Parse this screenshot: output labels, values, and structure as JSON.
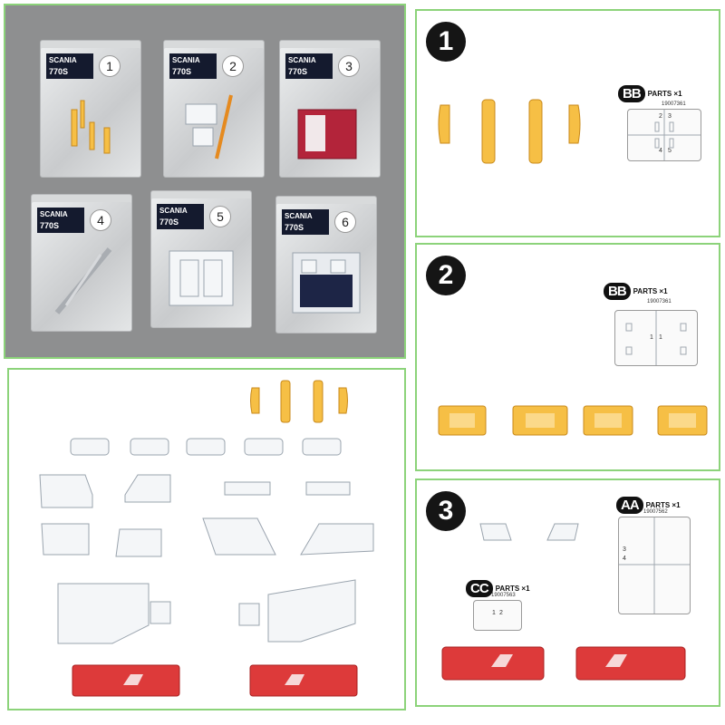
{
  "photo": {
    "bags": [
      {
        "brand": "SCANIA",
        "model": "770S",
        "number": "1"
      },
      {
        "brand": "SCANIA",
        "model": "770S",
        "number": "2"
      },
      {
        "brand": "SCANIA",
        "model": "770S",
        "number": "3"
      },
      {
        "brand": "SCANIA",
        "model": "770S",
        "number": "4"
      },
      {
        "brand": "SCANIA",
        "model": "770S",
        "number": "5"
      },
      {
        "brand": "SCANIA",
        "model": "770S",
        "number": "6"
      }
    ]
  },
  "steps": [
    {
      "number": "1",
      "runner": {
        "code": "BB",
        "parts_label": "PARTS ×1",
        "id": "19007361",
        "part_numbers": [
          "2",
          "3",
          "4",
          "5"
        ]
      }
    },
    {
      "number": "2",
      "runner": {
        "code": "BB",
        "parts_label": "PARTS ×1",
        "id": "19007361",
        "part_numbers": [
          "1",
          "1"
        ]
      }
    },
    {
      "number": "3",
      "runners": [
        {
          "code": "AA",
          "parts_label": "PARTS ×1",
          "id": "19007562",
          "part_numbers": [
            "3",
            "4"
          ]
        },
        {
          "code": "CC",
          "parts_label": "PARTS ×1",
          "id": "19007563",
          "part_numbers": [
            "1",
            "2"
          ]
        }
      ]
    }
  ],
  "colors": {
    "amber": "#f6bf45",
    "red": "#dd3a3a",
    "clear": "#f4f6f8",
    "border": "#8cd37a"
  }
}
